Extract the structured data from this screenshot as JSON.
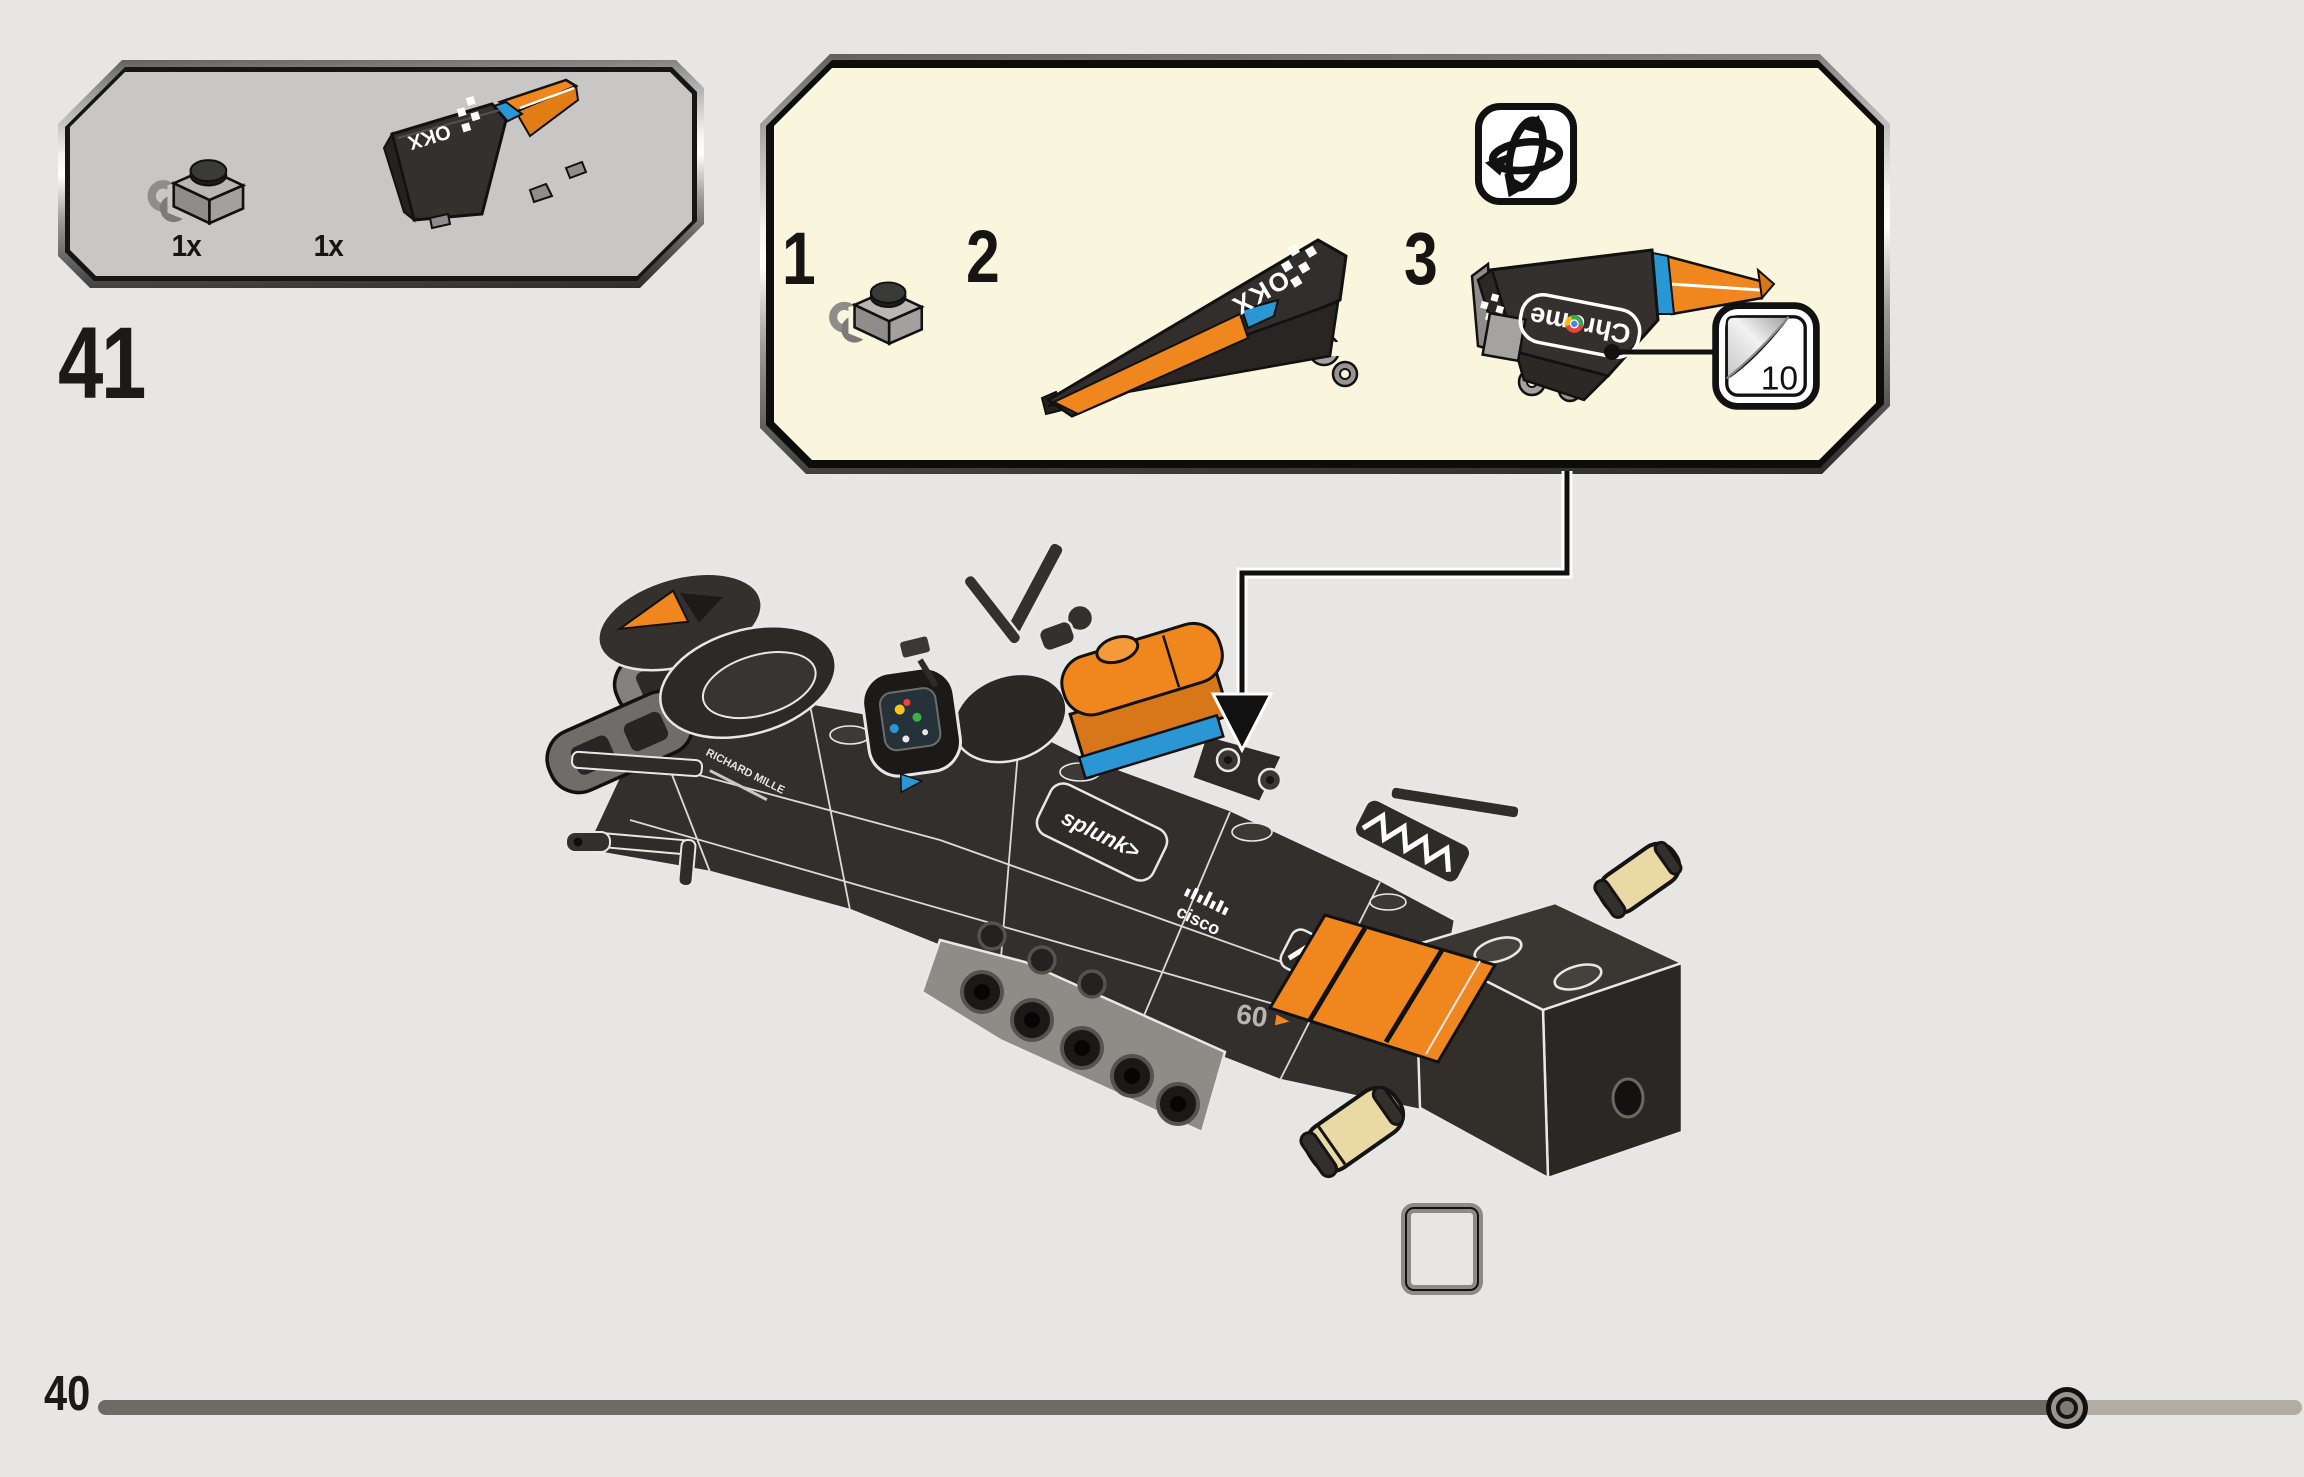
{
  "page": {
    "background": "#e7e6e4",
    "step_number": "41",
    "page_number": "40"
  },
  "parts_box": {
    "items": [
      {
        "part": "plate-1x1-with-vertical-clip",
        "count": "1x"
      },
      {
        "part": "left-wedge-with-okx-decal",
        "count": "1x"
      }
    ]
  },
  "panel": {
    "background": "#faf6dd",
    "steps": [
      {
        "n": "1"
      },
      {
        "n": "2"
      },
      {
        "n": "3"
      }
    ],
    "sticker_number": "10"
  },
  "decals": {
    "okx": "OKX",
    "chrome": "Chrome",
    "splunk": "splunk>",
    "cisco": "cisco",
    "richard_mille": "RICHARD MILLE",
    "sixty": "60"
  },
  "icons": {
    "rotate": "rotate-model-3d-icon",
    "sticker": "sticker-sheet-icon"
  },
  "colors": {
    "accent_orange": "#f0871e",
    "accent_blue": "#2a97d4",
    "body_black": "#34302d",
    "pin_tan": "#e9d9a4",
    "panel_cream": "#faf6dd",
    "box_gray": "#c8c7c5",
    "progress_done": "#6e6b64",
    "progress_rest": "#b3aca2"
  }
}
